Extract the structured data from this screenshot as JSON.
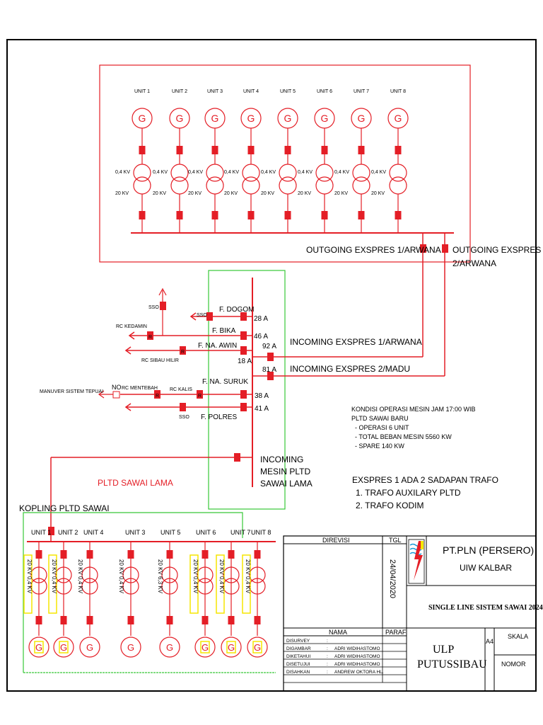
{
  "upper_units": [
    "UNIT 1",
    "UNIT 2",
    "UNIT 3",
    "UNIT 4",
    "UNIT 5",
    "UNIT 6",
    "UNIT 7",
    "UNIT 8"
  ],
  "generator_symbol": "G",
  "voltage_low": "0,4 KV",
  "voltage_high": "20 KV",
  "outgoing": {
    "line1": "OUTGOING EXSPRES 1/ARWANA",
    "line2a": "OUTGOING EXSPRES",
    "line2b": "2/ARWANA"
  },
  "feeders": {
    "dogom": "F. DOGOM",
    "dogom_amp": "28 A",
    "bika": "F. BIKA",
    "bika_amp": "46 A",
    "nawin": "F. NA. AWIN",
    "nawin_amp": "18 A",
    "incoming1_amp": "92 A",
    "incoming2_amp": "81 A",
    "nasuruk": "F. NA. SURUK",
    "nasuruk_amp": "38 A",
    "polres": "F. POLRES",
    "polres_amp": "41 A"
  },
  "incoming1": "INCOMING EXSPRES 1/ARWANA",
  "incoming2": "INCOMING EXSPRES 2/MADU",
  "sso": "SSO",
  "recloser": "R",
  "rc_kedamin": "RC KEDAMIN",
  "rc_sibau_hilir": "RC SIBAU HILIR",
  "no": "NO",
  "rc_mentebah": "RC MENTEBAH",
  "rc_kalis": "RC KALIS",
  "manuver": "MANUVER SISTEM TEPUAI",
  "incoming_mesin": [
    "INCOMING",
    "MESIN PLTD",
    "SAWAI LAMA"
  ],
  "kondisi": [
    "KONDISI OPERASI MESIN JAM 17:00 WIB",
    "PLTD SAWAI BARU",
    "-   OPERASI 6 UNIT",
    "-   TOTAL BEBAN MESIN 5560 KW",
    "-   SPARE 140 KW"
  ],
  "exspres_note": [
    "EXSPRES 1 ADA 2 SADAPAN TRAFO",
    "1.  TRAFO AUXILARY PLTD",
    "2.  TRAFO KODIM"
  ],
  "pltd_lama": "PLTD SAWAI LAMA",
  "kopling": "KOPLING PLTD SAWAI",
  "lower_units": [
    "UNIT 1",
    "UNIT 2",
    "UNIT 4",
    "UNIT 3",
    "UNIT 5",
    "UNIT 6",
    "UNIT 7",
    "UNIT 8"
  ],
  "lower_voltage_a": "20 KV 0,4 KV",
  "lower_voltage_b": "20 KV 6,3 KV",
  "title_block": {
    "direvisi": "DIREVISI",
    "tgl": "TGL",
    "date": "24/04/2020",
    "company1": "PT.PLN  (PERSERO)",
    "company2": "UIW  KALBAR",
    "drawing_title": "SINGLE LINE SISTEM SAWAI 2024",
    "nama": "NAMA",
    "paraf": "PARAF",
    "rows": [
      {
        "label": "DISURVEY",
        "sep": ":",
        "name": ""
      },
      {
        "label": "DIGAMBAR",
        "sep": ":",
        "name": "ADRI WIDIHASTOMO"
      },
      {
        "label": "DIKETAHUI",
        "sep": ":",
        "name": "ADRI WIDIHASTOMO"
      },
      {
        "label": "DISETUJUI",
        "sep": ":",
        "name": "ADRI WIDIHASTOMO"
      },
      {
        "label": "DISAHKAN",
        "sep": ":",
        "name": "ANDREW OKTORA HL."
      }
    ],
    "ulp1": "ULP",
    "ulp2": "PUTUSSIBAU",
    "paper": "A4",
    "skala": "SKALA",
    "nomor": "NOMOR"
  },
  "colors": {
    "line": "#e41e26",
    "box": "#e41e26",
    "green": "#37c837",
    "yellow": "#f5e600"
  }
}
